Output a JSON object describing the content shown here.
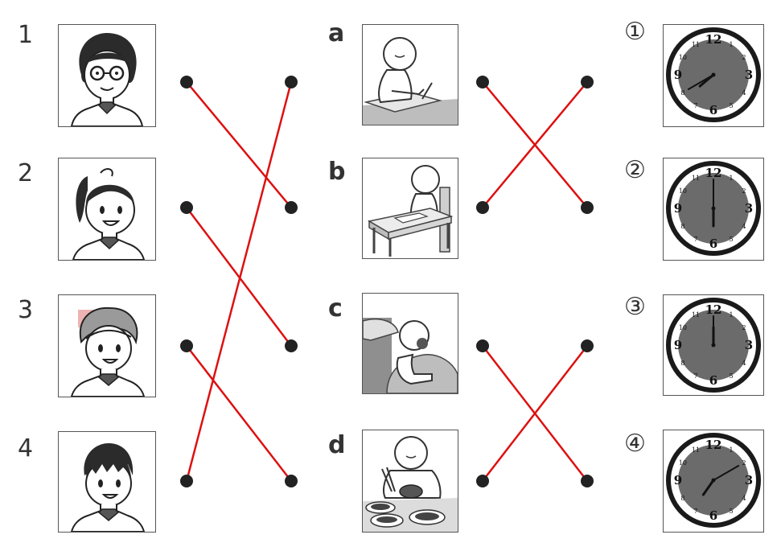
{
  "people": {
    "labels": [
      "1",
      "2",
      "3",
      "4"
    ],
    "items": [
      {
        "icon": "girl-glasses-illustration"
      },
      {
        "icon": "girl-ponytail-illustration"
      },
      {
        "icon": "boy-curly-hair-illustration"
      },
      {
        "icon": "boy-short-hair-illustration"
      }
    ]
  },
  "activities": {
    "labels": [
      "a",
      "b",
      "c",
      "d"
    ],
    "items": [
      {
        "icon": "child-writing-at-desk-illustration"
      },
      {
        "icon": "child-studying-at-table-illustration"
      },
      {
        "icon": "child-waking-up-in-bed-illustration"
      },
      {
        "icon": "child-eating-meal-illustration"
      }
    ]
  },
  "clocks": {
    "labels": [
      "①",
      "②",
      "③",
      "④"
    ],
    "times": [
      "7:40",
      "6:00",
      "12:00",
      "7:10"
    ]
  },
  "colors": {
    "line": "#dd1111",
    "dot": "#222222",
    "clock_face": "#6b6b6b",
    "clock_rim": "#1a1a1a"
  },
  "connections": {
    "people_to_activities": [
      [
        "1",
        "b"
      ],
      [
        "2",
        "c"
      ],
      [
        "3",
        "d"
      ],
      [
        "4",
        "a"
      ]
    ],
    "activities_to_clocks": [
      [
        "a",
        "②"
      ],
      [
        "b",
        "①"
      ],
      [
        "c",
        "④"
      ],
      [
        "d",
        "③"
      ]
    ]
  }
}
